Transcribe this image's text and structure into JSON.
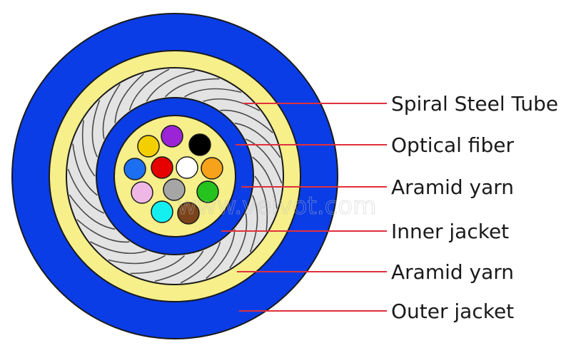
{
  "labels": [
    "Spiral Steel Tube",
    "Optical fiber",
    "Aramid yarn",
    "Inner jacket",
    "Aramid yarn",
    "Outer jacket"
  ],
  "watermark": "www.veivot.com",
  "colors": {
    "outer_jacket": "#0a3de6",
    "aramid_yarn": "#f6ef8a",
    "steel_tube": "#e3e3e3",
    "inner_jacket": "#0a3de6",
    "leader_line": "#e0303c"
  },
  "fibers": [
    "#f4cf00",
    "#9b25d6",
    "#000000",
    "#1b6ff0",
    "#e60000",
    "#ffffff",
    "#f7a21b",
    "#efb7e6",
    "#a6a6a6",
    "#26c21e",
    "#14f0f0",
    "#7a431b"
  ]
}
